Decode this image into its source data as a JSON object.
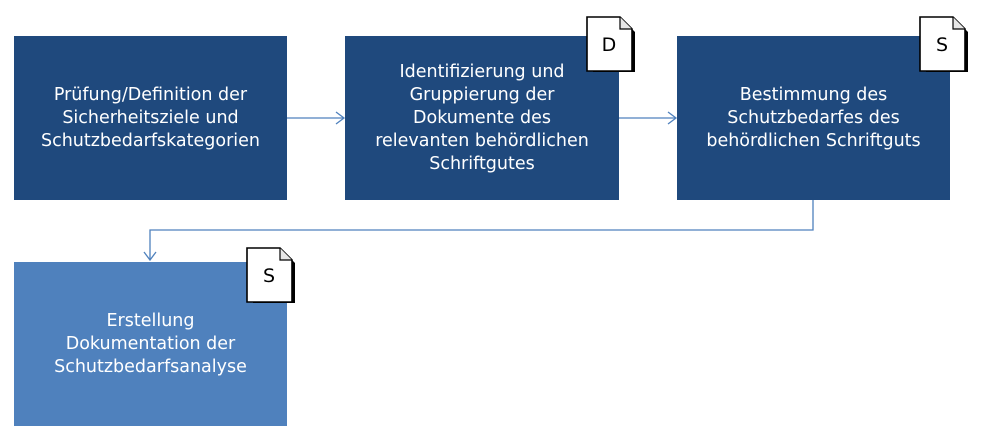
{
  "steps": [
    {
      "text": "Prüfung/Definition der\nSicherheitsziele und\nSchutzbedarfskategorien"
    },
    {
      "text": "Identifizierung und\nGruppierung  der\nDokumente des\nrelevanten behördlichen\nSchriftgutes"
    },
    {
      "text": "Bestimmung des\nSchutzbedarfes  des\nbehördlichen Schriftguts"
    },
    {
      "text": "Erstellung\nDokumentation der\nSchutzbedarfsanalyse"
    }
  ],
  "badges": {
    "step2": "D",
    "step3": "S",
    "step4": "S"
  },
  "colors": {
    "dark_box": "#1f497d",
    "light_box": "#4f81bd",
    "connector": "#4f81bd"
  }
}
